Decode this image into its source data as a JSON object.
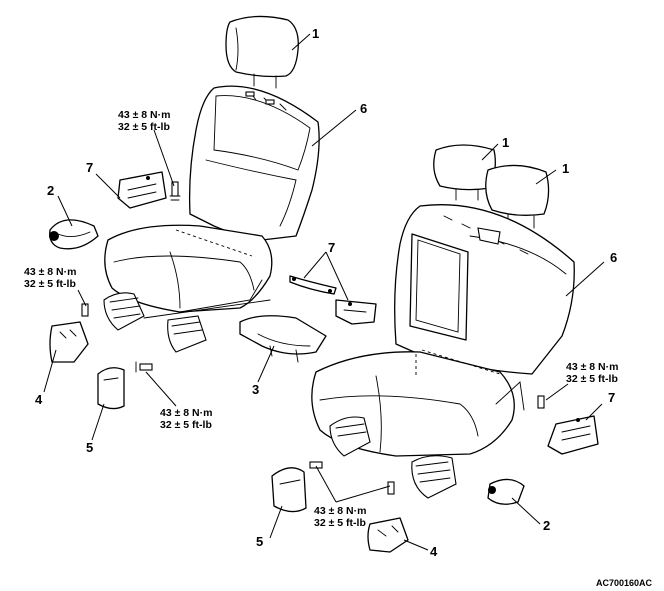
{
  "callouts": {
    "c1": "1",
    "c6": "6",
    "c7": "7",
    "c2": "2",
    "c4": "4",
    "c5": "5",
    "c3": "3"
  },
  "torque": {
    "metric": "43 ± 8 N·m",
    "imperial": "32 ± 5 ft-lb"
  },
  "figure_code": "AC700160AC"
}
